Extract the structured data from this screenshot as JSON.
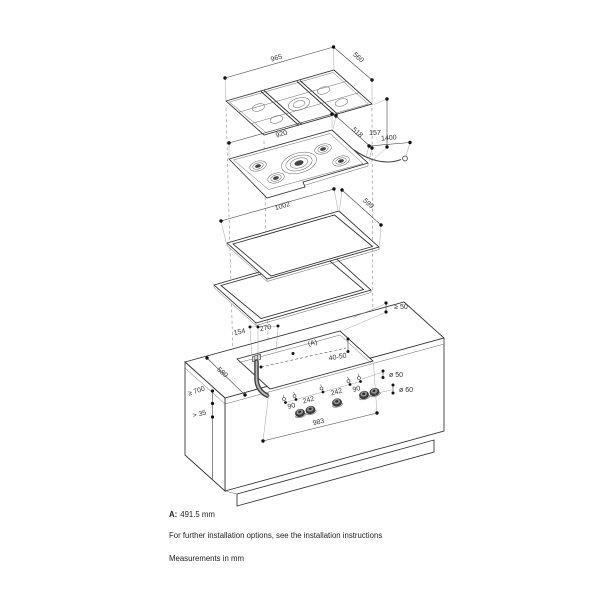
{
  "dims": {
    "grate_width": "965",
    "grate_depth": "560",
    "hob_width": "920",
    "hob_depth": "518",
    "hob_height": "157",
    "cable_length": "1400",
    "frame_width": "1002",
    "frame_depth": "599",
    "rear_clearance": "≥ 50",
    "cutout_left_offset": "154",
    "gas_offset": "270",
    "ref_a": "(A)",
    "worktop_thickness": "40-50",
    "worktop_depth": "580",
    "worktop_height": "≥ 700",
    "bottom_clearance": "> 35",
    "hole_diameter": "ø 50",
    "knob_diameter": "ø 60",
    "knob_gap_left": "90",
    "knob_spacing_left": "242",
    "knob_spacing_right": "242",
    "knob_gap_right": "90",
    "control_row_width": "983"
  },
  "footer": {
    "a_label": "A:",
    "a_value": "491.5 mm",
    "note": "For further installation options, see the installation instructions",
    "units": "Measurements in mm"
  }
}
